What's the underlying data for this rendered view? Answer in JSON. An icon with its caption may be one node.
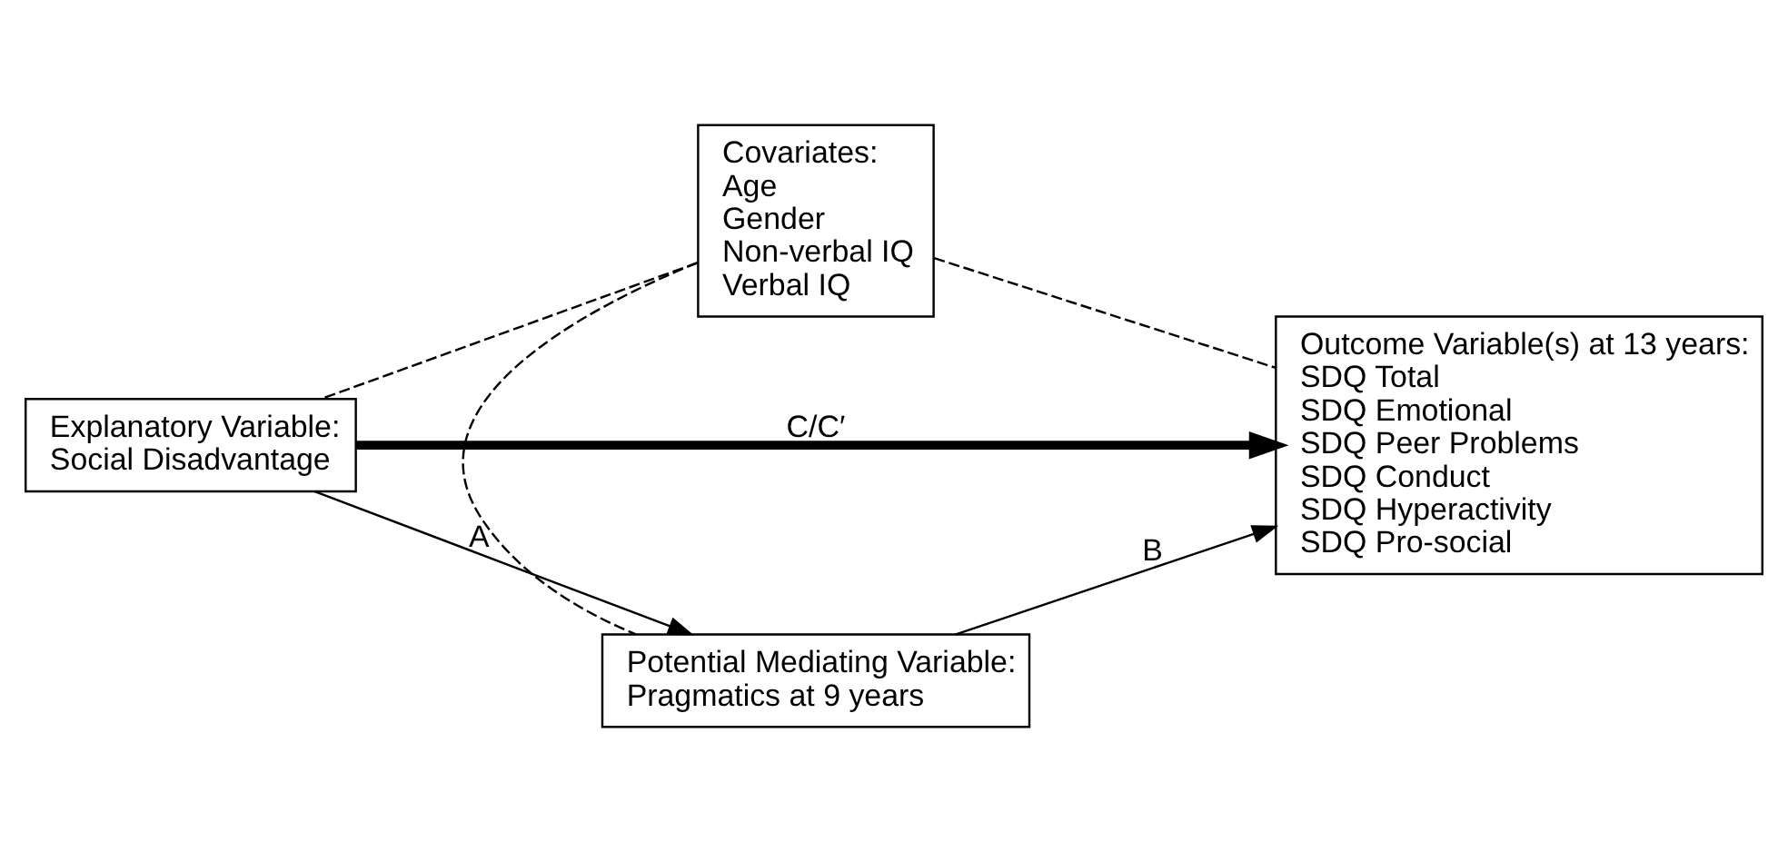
{
  "diagram": {
    "nodes": [
      {
        "text": [
          "Covariates:",
          "Age",
          "Gender",
          "Non-verbal IQ",
          "Verbal IQ"
        ]
      },
      {
        "text": [
          "Explanatory Variable:",
          "Social Disadvantage"
        ]
      },
      {
        "text": [
          "Outcome Variable(s) at 13 years:",
          "SDQ Total",
          "SDQ Emotional",
          "SDQ Peer Problems",
          "SDQ Conduct",
          "SDQ Hyperactivity",
          "SDQ Pro-social"
        ]
      },
      {
        "text": [
          "Potential Mediating Variable:",
          "Pragmatics at 9 years"
        ]
      }
    ],
    "edges": [
      {
        "from": 1,
        "to": 2,
        "arrow": "to",
        "label": "C/C′",
        "style": "thick"
      },
      {
        "from": 1,
        "to": 3,
        "arrow": "to",
        "label": "A"
      },
      {
        "from": 3,
        "to": 2,
        "arrow": "to",
        "label": "B"
      },
      {
        "from": 0,
        "to": 1,
        "arrow": "none",
        "style": "dashed"
      },
      {
        "from": 0,
        "to": 2,
        "arrow": "none",
        "style": "dashed"
      },
      {
        "from": 0,
        "to": 3,
        "arrow": "none",
        "style": "dashed"
      }
    ]
  }
}
